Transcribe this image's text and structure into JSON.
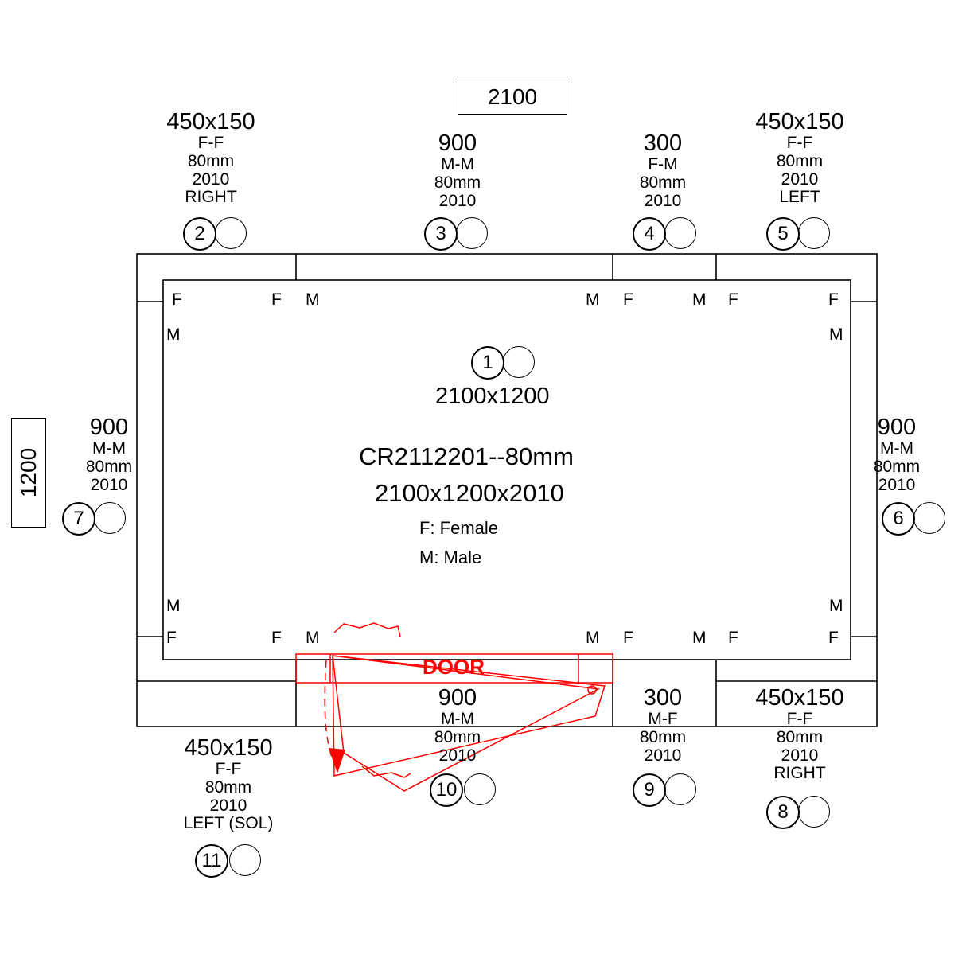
{
  "drawing": {
    "title": "CR2112201--80mm",
    "subtitle": "2100x1200x2010",
    "legend_female": "F: Female",
    "legend_male": "M: Male",
    "center_size": "2100x1200",
    "door_label": "DOOR",
    "top_dim_box": "2100",
    "left_dim_box": "1200",
    "panel_letters": {
      "F": "F",
      "M": "M"
    }
  },
  "panels": [
    {
      "id": "1",
      "number": "1",
      "size": "",
      "joint": "",
      "thickness": "",
      "height": "",
      "hand": ""
    },
    {
      "id": "2",
      "number": "2",
      "size": "450x150",
      "joint": "F-F",
      "thickness": "80mm",
      "height": "2010",
      "hand": "RIGHT"
    },
    {
      "id": "3",
      "number": "3",
      "size": "900",
      "joint": "M-M",
      "thickness": "80mm",
      "height": "2010",
      "hand": ""
    },
    {
      "id": "4",
      "number": "4",
      "size": "300",
      "joint": "F-M",
      "thickness": "80mm",
      "height": "2010",
      "hand": ""
    },
    {
      "id": "5",
      "number": "5",
      "size": "450x150",
      "joint": "F-F",
      "thickness": "80mm",
      "height": "2010",
      "hand": "LEFT"
    },
    {
      "id": "6",
      "number": "6",
      "size": "900",
      "joint": "M-M",
      "thickness": "80mm",
      "height": "2010",
      "hand": ""
    },
    {
      "id": "7",
      "number": "7",
      "size": "900",
      "joint": "M-M",
      "thickness": "80mm",
      "height": "2010",
      "hand": ""
    },
    {
      "id": "8",
      "number": "8",
      "size": "450x150",
      "joint": "F-F",
      "thickness": "80mm",
      "height": "2010",
      "hand": "RIGHT"
    },
    {
      "id": "9",
      "number": "9",
      "size": "300",
      "joint": "M-F",
      "thickness": "80mm",
      "height": "2010",
      "hand": ""
    },
    {
      "id": "10",
      "number": "10",
      "size": "900",
      "joint": "M-M",
      "thickness": "80mm",
      "height": "2010",
      "hand": ""
    },
    {
      "id": "11",
      "number": "11",
      "size": "450x150",
      "joint": "F-F",
      "thickness": "80mm",
      "height": "2010",
      "hand": "LEFT (SOL)"
    }
  ],
  "edge_letters": {
    "top_row": [
      "F",
      "F",
      "M",
      "M",
      "F",
      "M",
      "F",
      "F"
    ],
    "bottom_row": [
      "F",
      "F",
      "M",
      "M",
      "F",
      "M",
      "F",
      "F"
    ],
    "left_col": [
      "M",
      "M"
    ],
    "right_col": [
      "M",
      "M"
    ]
  },
  "colors": {
    "line": "#000000",
    "door": "#ff0000",
    "background": "#ffffff"
  }
}
